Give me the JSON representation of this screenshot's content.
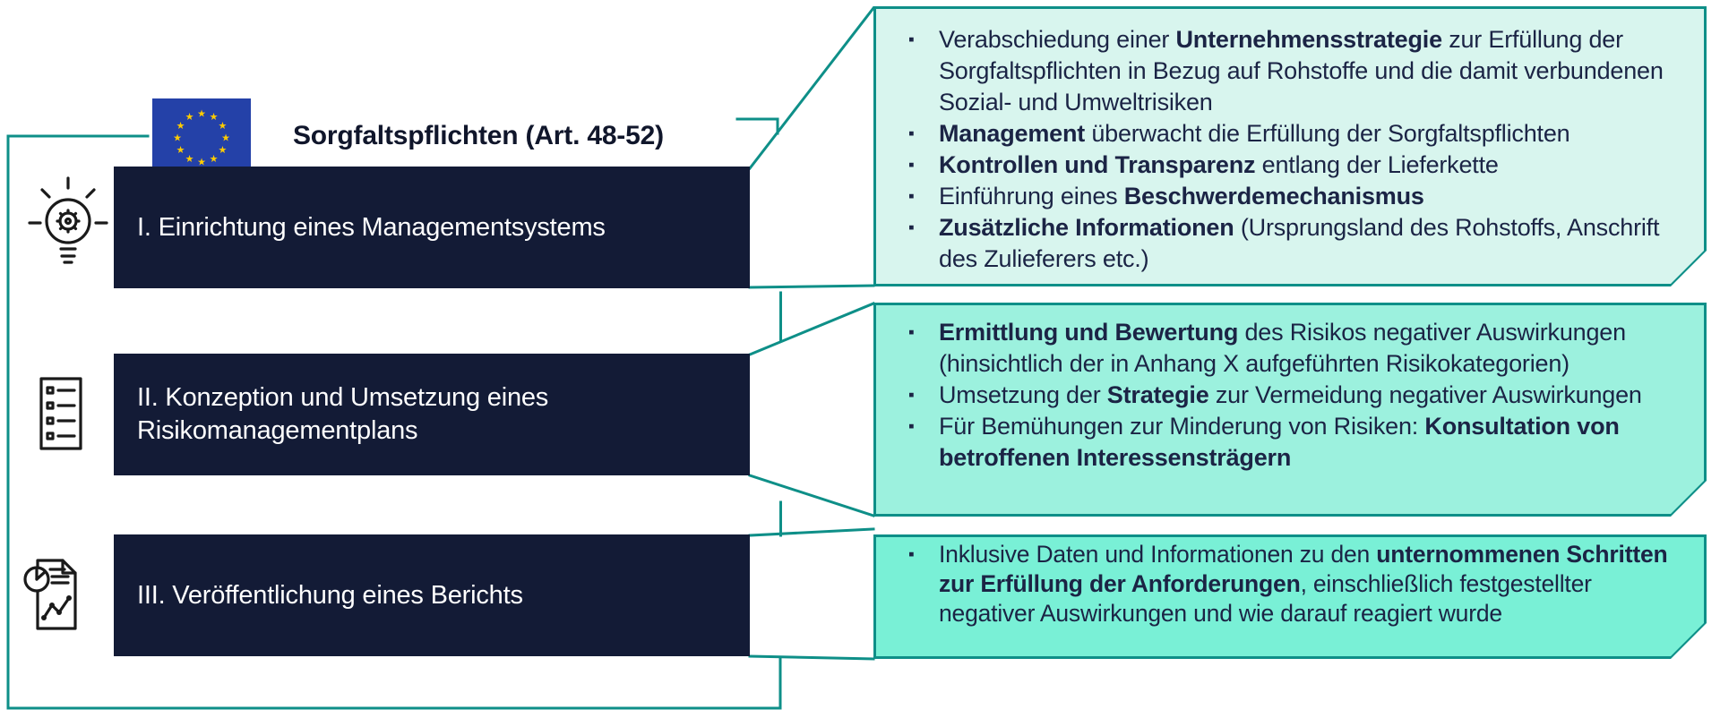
{
  "colors": {
    "teal": "#0e8f88",
    "navy_box": "#131b36",
    "icon_ink": "#1a1a1a",
    "body_text": "#1b2445",
    "title_text": "#10162b",
    "callout1_fill": "#d8f5ee",
    "callout2_fill": "#9cf1de",
    "callout3_fill": "#79f0d6",
    "eu_flag_blue": "#2441a8",
    "eu_flag_gold": "#ffcc00"
  },
  "header": {
    "title": "Sorgfaltspflichten (Art. 48-52)"
  },
  "eu_flag": {
    "star": "★"
  },
  "bullet_marker": "▪",
  "steps": [
    {
      "label": "I. Einrichtung eines Managementsystems",
      "icon": "idea-lightbulb-gear-icon"
    },
    {
      "label": "II. Konzeption und Umsetzung eines Risikomanagementplans",
      "icon": "checklist-icon"
    },
    {
      "label": "III. Veröffentlichung eines Berichts",
      "icon": "report-document-icon"
    }
  ],
  "callouts": [
    {
      "step": 1,
      "bullets": [
        [
          {
            "text": "Verabschiedung einer "
          },
          {
            "text": "Unternehmensstrategie",
            "bold": true
          },
          {
            "text": " zur Erfüllung der Sorgfaltspflichten in Bezug auf Rohstoffe und die damit verbundenen Sozial- und Umweltrisiken"
          }
        ],
        [
          {
            "text": "Management",
            "bold": true
          },
          {
            "text": " überwacht die Erfüllung der Sorgfaltspflichten"
          }
        ],
        [
          {
            "text": "Kontrollen und Transparenz",
            "bold": true
          },
          {
            "text": " entlang der Lieferkette"
          }
        ],
        [
          {
            "text": "Einführung eines "
          },
          {
            "text": "Beschwerdemechanismus",
            "bold": true
          }
        ],
        [
          {
            "text": "Zusätzliche Informationen",
            "bold": true
          },
          {
            "text": " (Ursprungsland des Rohstoffs, Anschrift des Zulieferers etc.)"
          }
        ]
      ]
    },
    {
      "step": 2,
      "bullets": [
        [
          {
            "text": "Ermittlung und Bewertung",
            "bold": true
          },
          {
            "text": " des Risikos negativer Auswirkungen (hinsichtlich der in Anhang X aufgeführten Risikokategorien)"
          }
        ],
        [
          {
            "text": "Umsetzung der "
          },
          {
            "text": "Strategie",
            "bold": true
          },
          {
            "text": " zur Vermeidung negativer Auswirkungen"
          }
        ],
        [
          {
            "text": "Für Bemühungen zur Minderung von Risiken: "
          },
          {
            "text": "Konsultation von betroffenen Interessensträgern",
            "bold": true
          }
        ]
      ]
    },
    {
      "step": 3,
      "bullets": [
        [
          {
            "text": "Inklusive Daten und Informationen zu den "
          },
          {
            "text": "unternommenen Schritten zur Erfüllung der Anforderungen",
            "bold": true
          },
          {
            "text": ", einschließlich festgestellter negativer Auswirkungen  und wie darauf reagiert wurde"
          }
        ]
      ]
    }
  ]
}
